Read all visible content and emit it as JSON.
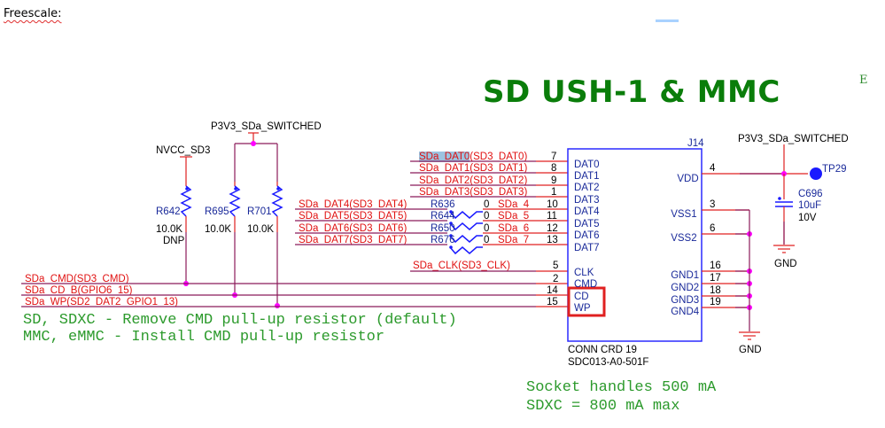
{
  "header": {
    "label": "Freescale:"
  },
  "title": "SD USH-1 & MMC",
  "edge_char": "E",
  "power_nets": {
    "left_rail": "P3V3_SDa_SWITCHED",
    "nvcc": "NVCC_SD3",
    "right_rail": "P3V3_SDa_SWITCHED"
  },
  "pullups": [
    {
      "ref": "R642",
      "value": "10.0K",
      "note": "DNP"
    },
    {
      "ref": "R695",
      "value": "10.0K",
      "note": ""
    },
    {
      "ref": "R701",
      "value": "10.0K",
      "note": ""
    }
  ],
  "direct_nets": [
    {
      "name": "SDa_DAT0(SD3_DAT0)",
      "pin": "7",
      "highlighted": true
    },
    {
      "name": "SDa_DAT1(SD3_DAT1)",
      "pin": "8"
    },
    {
      "name": "SDa_DAT2(SD3_DAT2)",
      "pin": "9"
    },
    {
      "name": "SDa_DAT3(SD3_DAT3)",
      "pin": "1"
    }
  ],
  "series_nets": [
    {
      "name": "SDa_DAT4(SD3_DAT4)",
      "ref": "R636",
      "value": "0",
      "out": "SDa_4",
      "pin": "10"
    },
    {
      "name": "SDa_DAT5(SD3_DAT5)",
      "ref": "R644",
      "value": "0",
      "out": "SDa_5",
      "pin": "11"
    },
    {
      "name": "SDa_DAT6(SD3_DAT6)",
      "ref": "R650",
      "value": "0",
      "out": "SDa_6",
      "pin": "12"
    },
    {
      "name": "SDa_DAT7(SD3_DAT7)",
      "ref": "R676",
      "value": "0",
      "out": "SDa_7",
      "pin": "13"
    }
  ],
  "clk_net": {
    "name": "SDa_CLK(SD3_CLK)",
    "pin": "5"
  },
  "ctrl_nets": [
    {
      "name": "SDa_CMD(SD3_CMD)",
      "pin": "2"
    },
    {
      "name": "SDa_CD_B(GPIO6_15)",
      "pin": "14"
    },
    {
      "name": "SDa_WP(SD2_DAT2_GPIO1_13)",
      "pin": "15"
    }
  ],
  "connector": {
    "ref": "J14",
    "left_pins": [
      "DAT0",
      "DAT1",
      "DAT2",
      "DAT3",
      "DAT4",
      "DAT5",
      "DAT6",
      "DAT7",
      "CLK",
      "CMD",
      "CD",
      "WP"
    ],
    "right_pins": [
      {
        "name": "VDD",
        "pin": "4"
      },
      {
        "name": "VSS1",
        "pin": "3"
      },
      {
        "name": "VSS2",
        "pin": "6"
      },
      {
        "name": "GND1",
        "pin": "16"
      },
      {
        "name": "GND2",
        "pin": "17"
      },
      {
        "name": "GND3",
        "pin": "18"
      },
      {
        "name": "GND4",
        "pin": "19"
      }
    ],
    "part_desc": "CONN CRD 19",
    "part_number": "SDC013-A0-501F"
  },
  "capacitor": {
    "ref": "C696",
    "value": "10uF",
    "voltage": "10V"
  },
  "testpoint": "TP29",
  "gnd_label": "GND",
  "notes": {
    "left_1": "SD, SDXC - Remove CMD pull-up resistor (default)",
    "left_2": "MMC, eMMC - Install CMD pull-up resistor",
    "right_1": "Socket handles 500 mA",
    "right_2": "SDXC = 800 mA max"
  },
  "colors": {
    "wire": "#8b1a5a",
    "wire_red": "#e02020",
    "junction": "#ff00ff",
    "component": "#1a1aff",
    "net_label": "#e01010",
    "highlight_box": "#e02020",
    "title_green": "#0a7d0a",
    "note_green": "#2c9a2c"
  }
}
